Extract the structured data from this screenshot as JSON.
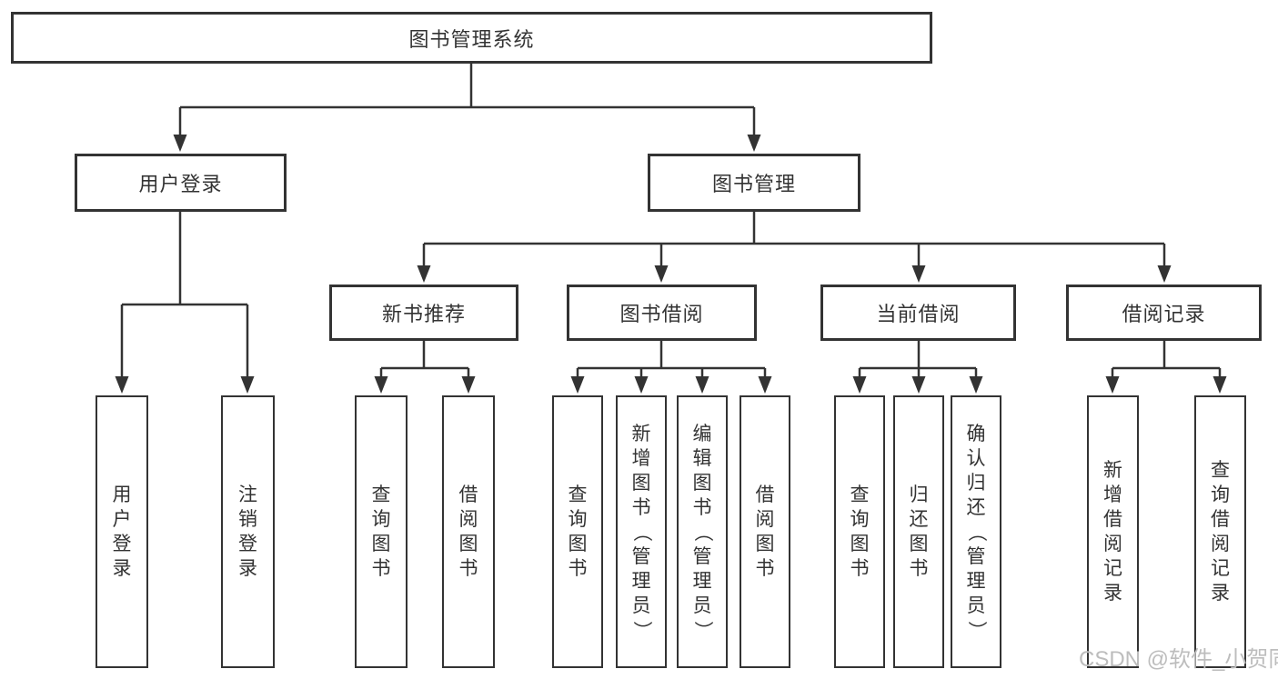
{
  "colors": {
    "line": "#333333",
    "text": "#333333",
    "box_bg": "#ffffff",
    "watermark": "#bdbdbd"
  },
  "nodes": {
    "root": {
      "label": "图书管理系统"
    },
    "user_login": {
      "label": "用户登录"
    },
    "book_mgmt": {
      "label": "图书管理"
    },
    "new_book_rec": {
      "label": "新书推荐"
    },
    "book_borrow": {
      "label": "图书借阅"
    },
    "current_borrow": {
      "label": "当前借阅"
    },
    "borrow_record": {
      "label": "借阅记录"
    },
    "leaf_user_login": {
      "label": "用户登录"
    },
    "leaf_logout": {
      "label": "注销登录"
    },
    "rec_query_book": {
      "label": "查询图书"
    },
    "rec_borrow_book": {
      "label": "借阅图书"
    },
    "bb_query_book": {
      "label": "查询图书"
    },
    "bb_add_book": {
      "label": "新增图书（管理员）"
    },
    "bb_edit_book": {
      "label": "编辑图书（管理员）"
    },
    "bb_borrow_book": {
      "label": "借阅图书"
    },
    "cb_query_book": {
      "label": "查询图书"
    },
    "cb_return_book": {
      "label": "归还图书"
    },
    "cb_confirm_return": {
      "label": "确认归还（管理员）"
    },
    "br_add_record": {
      "label": "新增借阅记录"
    },
    "br_query_record": {
      "label": "查询借阅记录"
    }
  },
  "watermark": "CSDN @软件_小贺同学"
}
